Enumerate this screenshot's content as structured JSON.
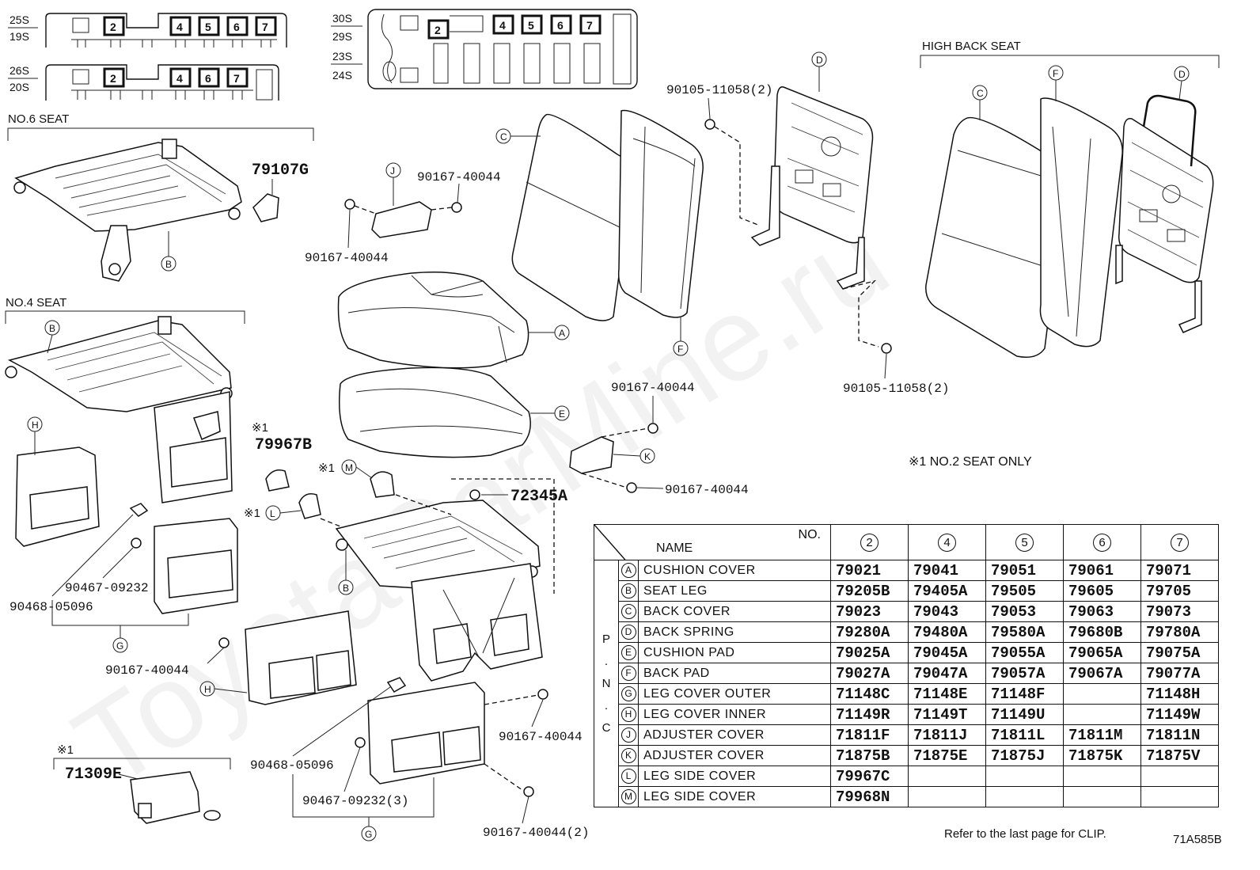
{
  "seat_codes": {
    "row1_left": [
      "25S",
      "19S"
    ],
    "row2_left": [
      "26S",
      "20S"
    ],
    "row_right": [
      "30S",
      "29S",
      "23S",
      "24S"
    ],
    "boxes_row1": [
      "2",
      "4",
      "5",
      "6",
      "7"
    ],
    "boxes_row2": [
      "2",
      "4",
      "6",
      "7"
    ],
    "boxes_right": [
      "2",
      "4",
      "5",
      "6",
      "7"
    ]
  },
  "headings": {
    "no6": "NO.6 SEAT",
    "no4": "NO.4 SEAT",
    "high_back": "HIGH BACK SEAT"
  },
  "callouts": {
    "p79107g": "79107G",
    "p79967b": "79967B",
    "p72345a": "72345A",
    "p71309e": "71309E",
    "bolt_top": "90105-11058(2)",
    "bolt_bottom": "90105-11058(2)",
    "screw_j_right": "90167-40044",
    "screw_j_left": "90167-40044",
    "screw_k_top": "90167-40044",
    "screw_k_bottom": "90167-40044",
    "screw_h_lower": "90167-40044",
    "screw_right_mid": "90167-40044",
    "screw_right_bottom": "90167-40044(2)",
    "clip_a": "90467-09232",
    "clip_b": "90468-05096",
    "clip_c": "90468-05096",
    "clip_d": "90467-09232(3)",
    "mark1": "※1",
    "mark1b": "※1",
    "mark1m": "※1",
    "mark1l": "※1"
  },
  "letters": {
    "A": "A",
    "B": "B",
    "C": "C",
    "D": "D",
    "E": "E",
    "F": "F",
    "G": "G",
    "H": "H",
    "J": "J",
    "K": "K",
    "L": "L",
    "M": "M"
  },
  "note_no2": "※1 NO.2 SEAT ONLY",
  "footnote": "Refer to the last page for CLIP.",
  "drawing_code": "71A585B",
  "watermark": "ToyotaCarMine.ru",
  "table": {
    "header_name": "NAME",
    "header_no": "NO.",
    "pnc_letters": [
      "P",
      ".",
      "N",
      ".",
      "C"
    ],
    "columns": [
      "2",
      "4",
      "5",
      "6",
      "7"
    ],
    "rows": [
      {
        "ltr": "A",
        "name": "CUSHION COVER",
        "v": [
          "79021",
          "79041",
          "79051",
          "79061",
          "79071"
        ]
      },
      {
        "ltr": "B",
        "name": "SEAT LEG",
        "v": [
          "79205B",
          "79405A",
          "79505",
          "79605",
          "79705"
        ]
      },
      {
        "ltr": "C",
        "name": "BACK COVER",
        "v": [
          "79023",
          "79043",
          "79053",
          "79063",
          "79073"
        ]
      },
      {
        "ltr": "D",
        "name": "BACK SPRING",
        "v": [
          "79280A",
          "79480A",
          "79580A",
          "79680B",
          "79780A"
        ]
      },
      {
        "ltr": "E",
        "name": "CUSHION PAD",
        "v": [
          "79025A",
          "79045A",
          "79055A",
          "79065A",
          "79075A"
        ]
      },
      {
        "ltr": "F",
        "name": "BACK PAD",
        "v": [
          "79027A",
          "79047A",
          "79057A",
          "79067A",
          "79077A"
        ]
      },
      {
        "ltr": "G",
        "name": "LEG COVER OUTER",
        "v": [
          "71148C",
          "71148E",
          "71148F",
          "",
          "71148H"
        ]
      },
      {
        "ltr": "H",
        "name": "LEG COVER INNER",
        "v": [
          "71149R",
          "71149T",
          "71149U",
          "",
          "71149W"
        ]
      },
      {
        "ltr": "J",
        "name": "ADJUSTER COVER",
        "v": [
          "71811F",
          "71811J",
          "71811L",
          "71811M",
          "71811N"
        ]
      },
      {
        "ltr": "K",
        "name": "ADJUSTER COVER",
        "v": [
          "71875B",
          "71875E",
          "71875J",
          "71875K",
          "71875V"
        ]
      },
      {
        "ltr": "L",
        "name": "LEG SIDE COVER",
        "v": [
          "79967C",
          "",
          "",
          "",
          ""
        ]
      },
      {
        "ltr": "M",
        "name": "LEG SIDE COVER",
        "v": [
          "79968N",
          "",
          "",
          "",
          ""
        ]
      }
    ]
  }
}
